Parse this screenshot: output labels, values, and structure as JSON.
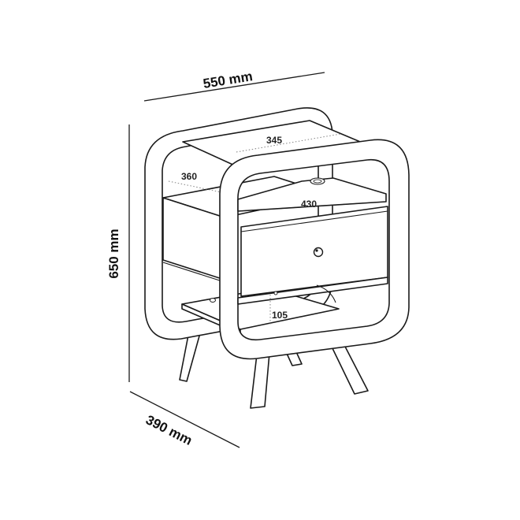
{
  "dimensions": {
    "width": "550 mm",
    "height": "650 mm",
    "depth": "390 mm"
  },
  "labels": {
    "top_shelf": "345",
    "side_depth": "360",
    "inner_width": "430",
    "bottom_gap": "105"
  },
  "colors": {
    "line": "#1a1a1a",
    "fill": "#ffffff"
  }
}
